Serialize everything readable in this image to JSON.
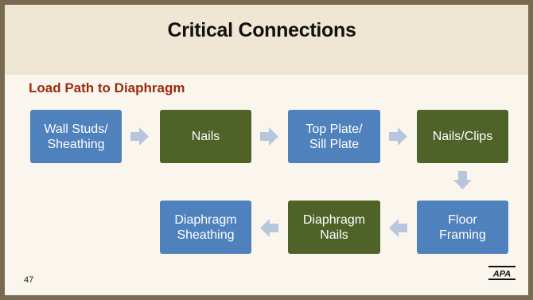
{
  "slide": {
    "title": "Critical Connections",
    "subtitle": "Load Path to Diaphragm",
    "page_number": "47",
    "logo_text": "APA"
  },
  "flow": {
    "wall_studs": "Wall Studs/\nSheathing",
    "nails": "Nails",
    "top_plate": "Top Plate/\nSill Plate",
    "nails_clips": "Nails/Clips",
    "floor_framing": "Floor\nFraming",
    "diaphragm_nails": "Diaphragm\nNails",
    "diaphragm_sheathing": "Diaphragm\nSheathing"
  },
  "colors": {
    "blue_box": "#4f81bd",
    "green_box": "#4f6228",
    "arrow": "#b7c6dd",
    "subtitle": "#9b2a0e"
  }
}
